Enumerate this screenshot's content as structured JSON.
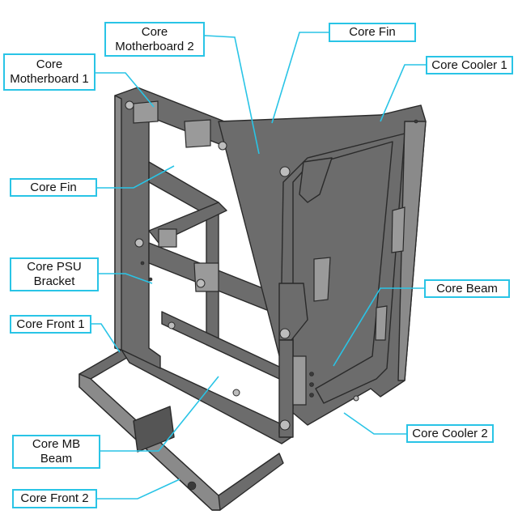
{
  "labels": {
    "core_motherboard_2": "Core\nMotherboard 2",
    "core_fin_top": "Core Fin",
    "core_motherboard_1": "Core\nMotherboard 1",
    "core_cooler_1": "Core Cooler 1",
    "core_fin_left": "Core Fin",
    "core_psu_bracket": "Core PSU\nBracket",
    "core_beam": "Core Beam",
    "core_front_1": "Core Front 1",
    "core_cooler_2": "Core Cooler 2",
    "core_mb_beam": "Core MB\nBeam",
    "core_front_2": "Core Front 2"
  },
  "colors": {
    "label_border": "#29c4e6",
    "frame": "#6c6c6c"
  }
}
